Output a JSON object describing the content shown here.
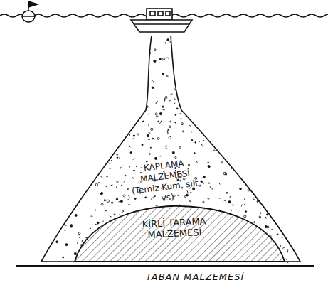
{
  "diagram": {
    "nodes": [
      {
        "text": [
          "KAPLAMA MALZEMESİ (Temiz Kum, silt, vs)"
        ]
      },
      {
        "text": [
          "KİRLİ TARAMA MALZEMESİ"
        ],
        "in": 0
      }
    ],
    "labels": [
      "TABAN MALZEMESİ"
    ]
  }
}
